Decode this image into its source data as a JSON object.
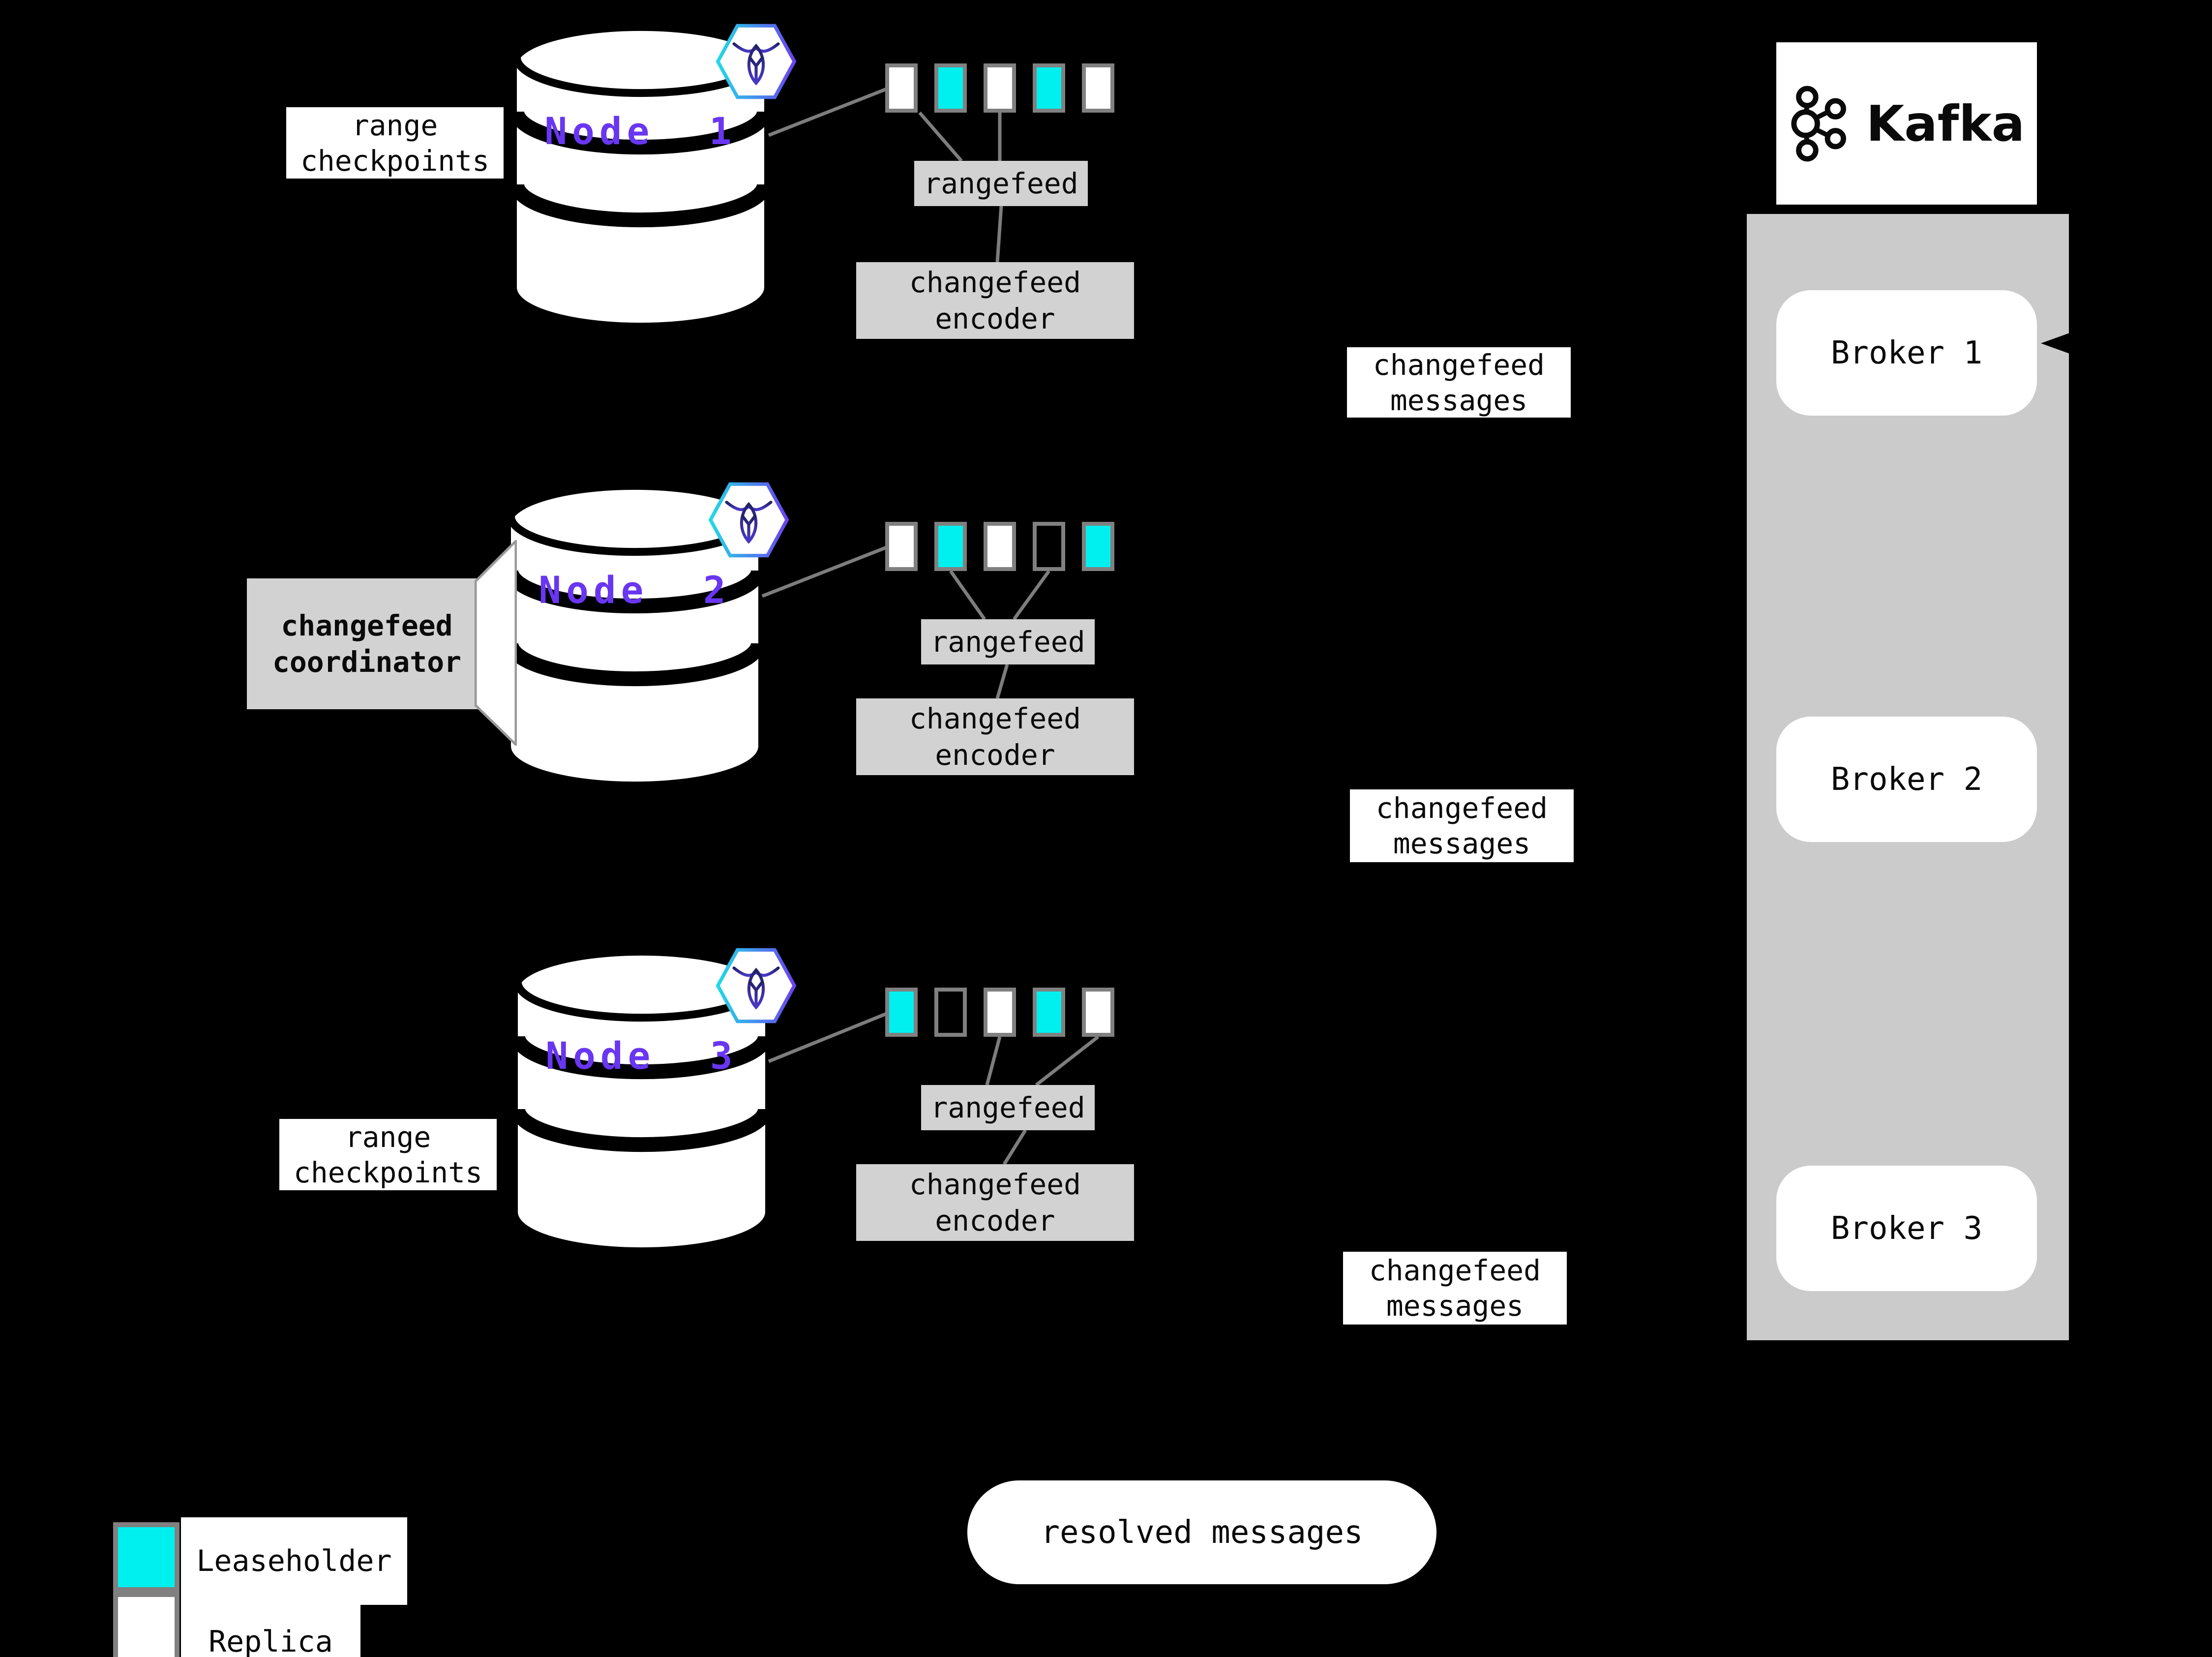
{
  "colors": {
    "leaseholder": "#00F0F0",
    "replica": "#FFFFFF",
    "node-label": "#6936F2",
    "box-gray": "#D2D2D2",
    "container-gray": "#CBCBCB",
    "line-gray": "#7D7D7D",
    "bg": "#000000"
  },
  "nodes": [
    {
      "label": "Node  1",
      "checkpoint_label": "range\ncheckpoints",
      "rangefeed_label": "rangefeed",
      "encoder_label": "changefeed\nencoder",
      "messages_label": "changefeed\nmessages",
      "ranges": [
        "replica",
        "leaseholder",
        "replica",
        "leaseholder",
        "replica"
      ]
    },
    {
      "label": "Node  2",
      "coordinator_label": "changefeed\ncoordinator",
      "rangefeed_label": "rangefeed",
      "encoder_label": "changefeed\nencoder",
      "messages_label": "changefeed\nmessages",
      "ranges": [
        "replica",
        "leaseholder",
        "replica",
        "empty",
        "leaseholder"
      ]
    },
    {
      "label": "Node  3",
      "checkpoint_label": "range\ncheckpoints",
      "rangefeed_label": "rangefeed",
      "encoder_label": "changefeed\nencoder",
      "messages_label": "changefeed\nmessages",
      "ranges": [
        "leaseholder",
        "empty",
        "replica",
        "leaseholder",
        "replica"
      ]
    }
  ],
  "kafka": {
    "logo_text": "Kafka",
    "brokers": [
      {
        "label": "Broker 1"
      },
      {
        "label": "Broker 2"
      },
      {
        "label": "Broker 3"
      }
    ]
  },
  "resolved_label": "resolved messages",
  "legend": {
    "leaseholder_label": "Leaseholder",
    "replica_label": "Replica"
  },
  "icons": {
    "node_badge": "cockroachdb-hexagon-icon",
    "kafka_glyph": "kafka-logo-icon"
  }
}
